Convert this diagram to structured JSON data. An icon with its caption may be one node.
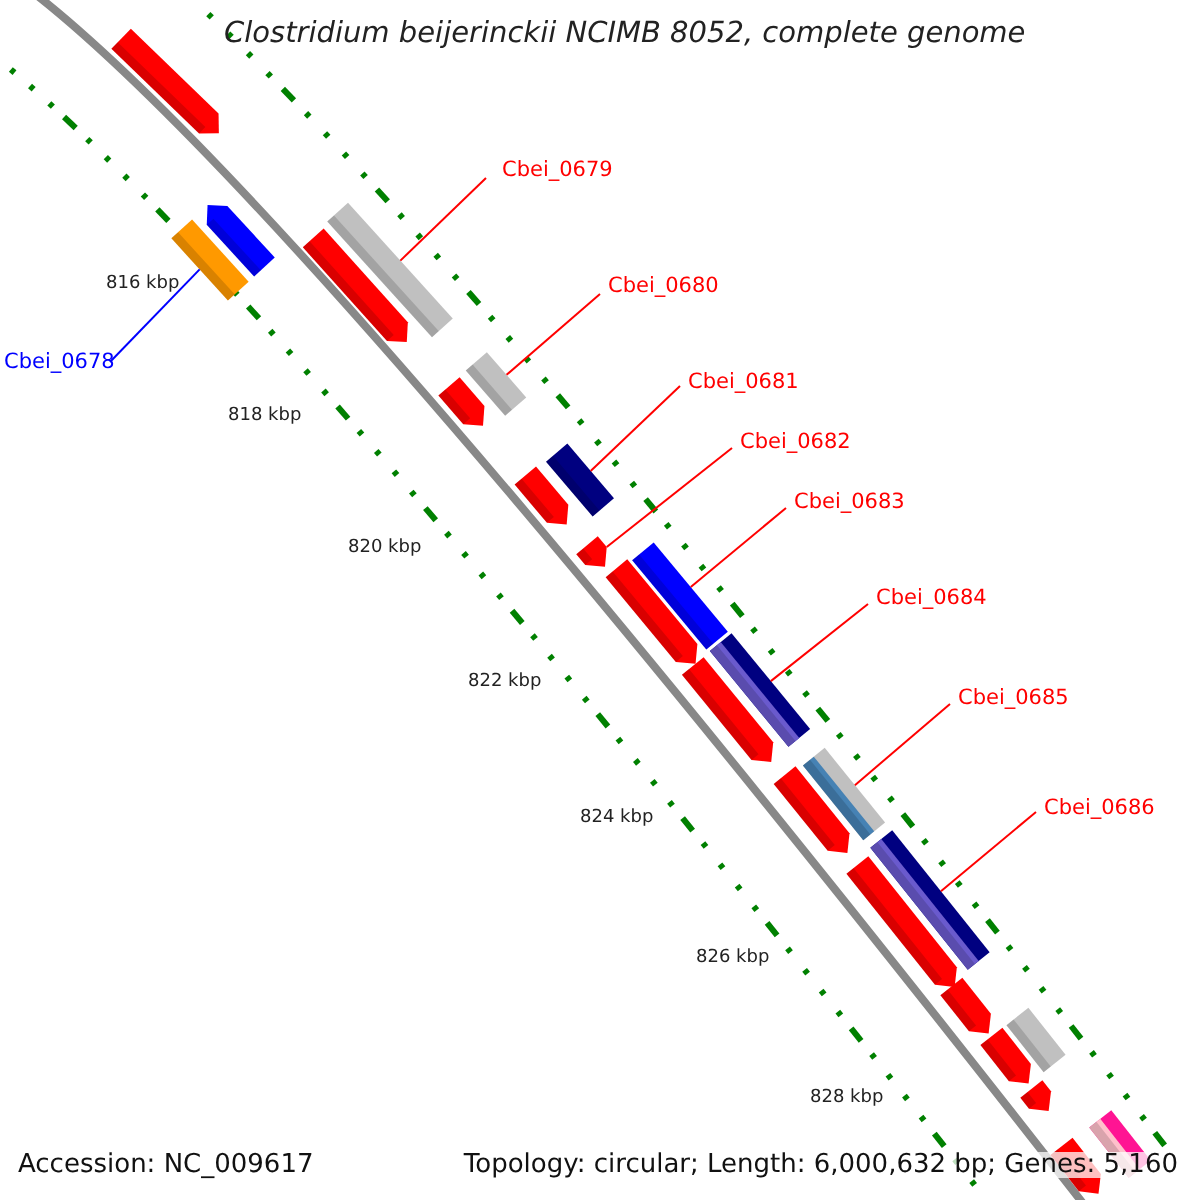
{
  "diagram": {
    "title": "Clostridium beijerinckii NCIMB 8052, complete genome",
    "nodes": [
      {
        "text": [],
        "shape": "bar"
      },
      {
        "text": [],
        "shape": "bar"
      },
      {
        "text": [
          "Cbei_0678"
        ]
      },
      {
        "text": [],
        "shape": "bar"
      },
      {
        "text": [],
        "shape": "bar"
      },
      {
        "text": [
          "Cbei_0679"
        ]
      },
      {
        "text": [],
        "shape": "bar"
      },
      {
        "text": [],
        "shape": "bar"
      },
      {
        "text": [
          "Cbei_0680"
        ]
      },
      {
        "text": [],
        "shape": "bar"
      },
      {
        "text": [],
        "shape": "bar"
      },
      {
        "text": [
          "Cbei_0681"
        ]
      },
      {
        "text": [],
        "shape": "bar"
      },
      {
        "text": [
          "Cbei_0682"
        ]
      },
      {
        "text": [],
        "shape": "bar"
      },
      {
        "text": [
          "Cbei_0683"
        ]
      },
      {
        "text": [],
        "shape": "bar"
      },
      {
        "text": [],
        "shape": "bar"
      },
      {
        "text": [
          "Cbei_0684"
        ]
      },
      {
        "text": [],
        "shape": "bar"
      },
      {
        "text": [],
        "shape": "bar"
      },
      {
        "text": [
          "Cbei_0685"
        ]
      },
      {
        "text": [],
        "shape": "bar"
      },
      {
        "text": [],
        "shape": "bar"
      },
      {
        "text": [
          "Cbei_0686"
        ]
      },
      {
        "text": [],
        "shape": "bar"
      },
      {
        "text": [],
        "shape": "bar"
      },
      {
        "text": [],
        "shape": "bar"
      },
      {
        "text": [],
        "shape": "bar"
      },
      {
        "text": [],
        "shape": "bar"
      },
      {
        "text": [],
        "shape": "bar"
      },
      {
        "text": [],
        "shape": "bar"
      },
      {
        "text": [],
        "shape": "bar"
      }
    ],
    "edges": [
      {
        "from": 2,
        "to": 3,
        "arrow": "none",
        "color": "#0000ff"
      },
      {
        "from": 5,
        "to": 6,
        "arrow": "none"
      },
      {
        "from": 8,
        "to": 9,
        "arrow": "none"
      },
      {
        "from": 11,
        "to": 12,
        "arrow": "none"
      },
      {
        "from": 13,
        "to": 14,
        "arrow": "none"
      },
      {
        "from": 15,
        "to": 16,
        "arrow": "none"
      },
      {
        "from": 18,
        "to": 19,
        "arrow": "none"
      },
      {
        "from": 21,
        "to": 22,
        "arrow": "none"
      },
      {
        "from": 24,
        "to": 25,
        "arrow": "none"
      }
    ],
    "labels": [
      "816 kbp",
      "818 kbp",
      "820 kbp",
      "822 kbp",
      "824 kbp",
      "826 kbp",
      "828 kbp",
      "Accession: NC_009617",
      "Topology: circular; Length: 6,000,632 bp; Genes: 5,160"
    ]
  }
}
